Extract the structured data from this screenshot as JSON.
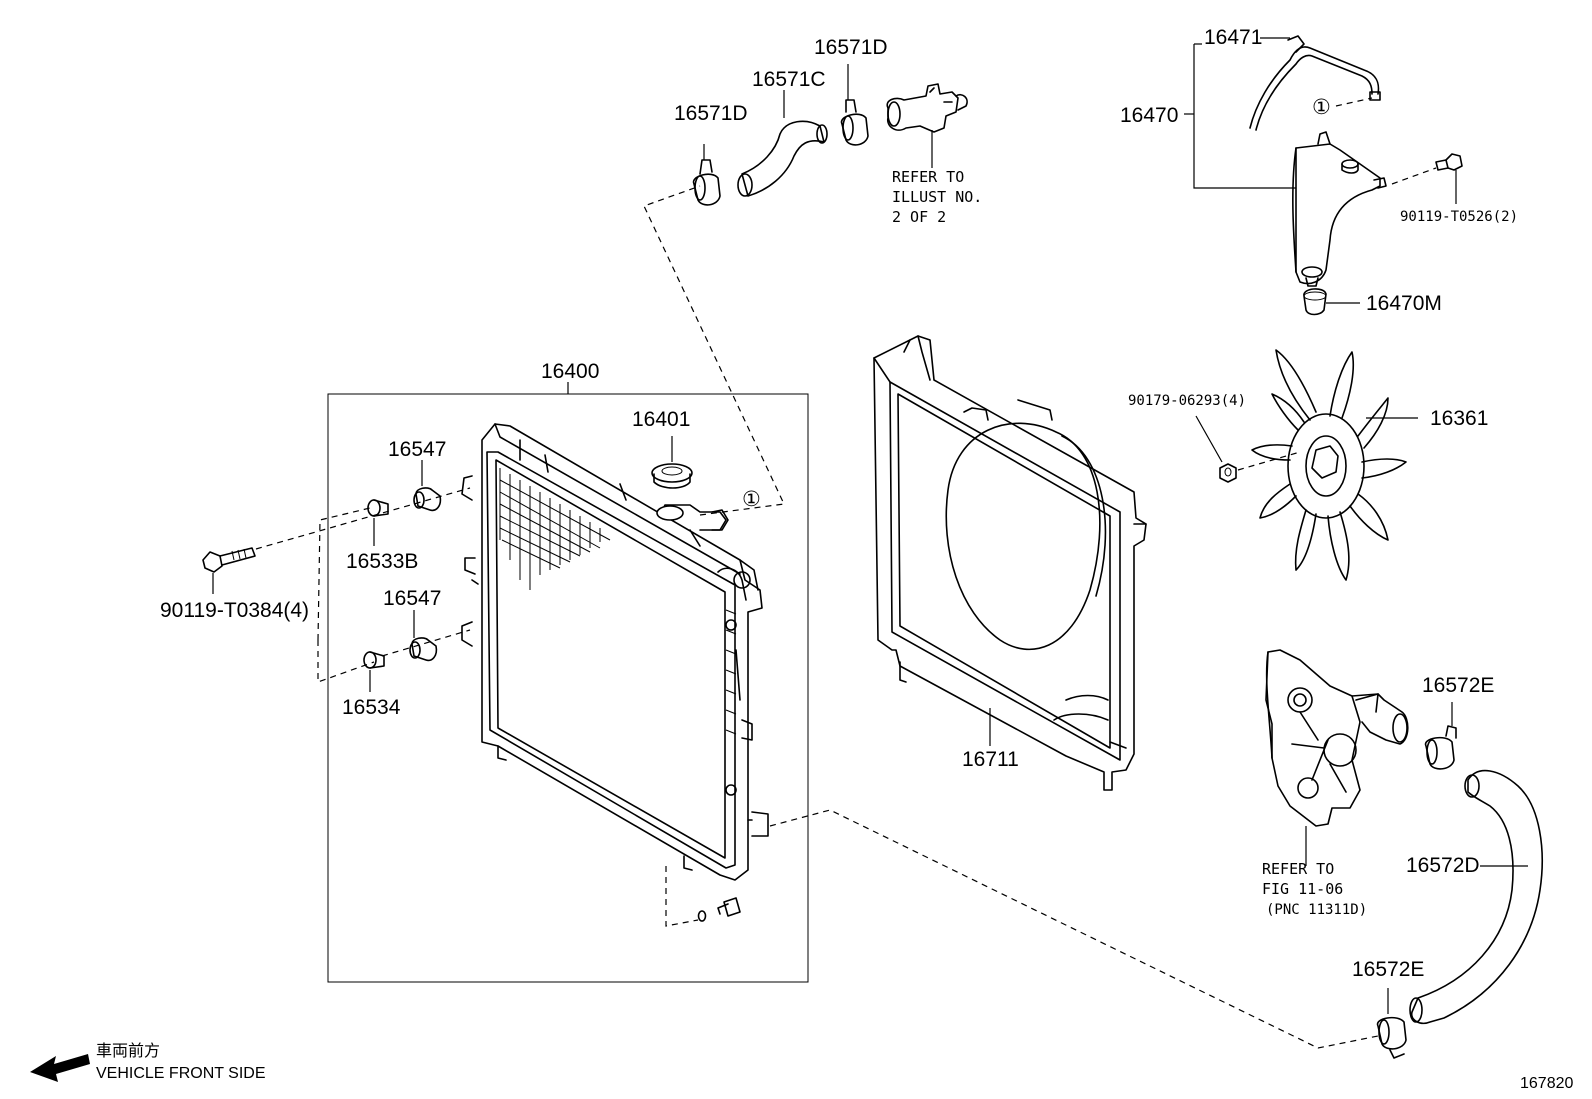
{
  "diagram_id": "167820",
  "labels": {
    "p16400": "16400",
    "p16401": "16401",
    "p16547a": "16547",
    "p16547b": "16547",
    "p16533B": "16533B",
    "p16534": "16534",
    "p90119_T0384": "90119-T0384(4)",
    "p16571D_a": "16571D",
    "p16571C": "16571C",
    "p16571D_b": "16571D",
    "p16471": "16471",
    "p16470": "16470",
    "p90119_T0526": "90119-T0526(2)",
    "p16470M": "16470M",
    "p90179_06293": "90179-06293(4)",
    "p16361": "16361",
    "p16711": "16711",
    "p16572E_a": "16572E",
    "p16572D": "16572D",
    "p16572E_b": "16572E"
  },
  "refs": {
    "thermostat": [
      "REFER TO",
      "ILLUST NO.",
      "2 OF 2"
    ],
    "water_pump": [
      "REFER TO",
      "FIG 11-06",
      "(PNC 11311D)"
    ]
  },
  "circle_marker": "①",
  "front": {
    "jp": "車両前方",
    "en": "VEHICLE FRONT SIDE"
  }
}
